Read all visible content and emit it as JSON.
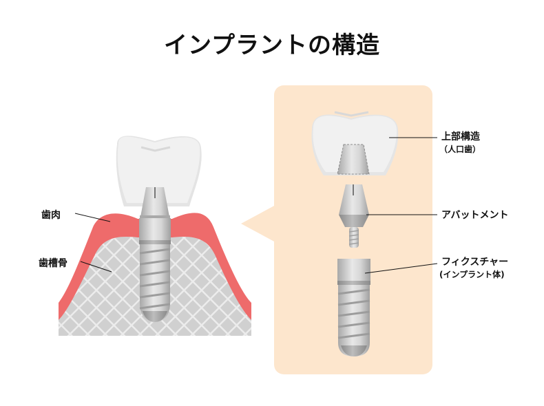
{
  "title": "インプラントの構造",
  "colors": {
    "gum": "#ee6b6b",
    "bone": "#d0d0d0",
    "bone_hatch": "#ececec",
    "tooth": "#f0f0f0",
    "tooth_shadow": "#e2e2e2",
    "panel": "#fde6cd",
    "metal_light": "#e6e6e6",
    "metal_dark": "#9a9a9a"
  },
  "left_labels": {
    "gum": "歯肉",
    "bone": "歯槽骨"
  },
  "right_labels": {
    "crown": {
      "main": "上部構造",
      "sub": "（人口歯）"
    },
    "abutment": {
      "main": "アバットメント"
    },
    "fixture": {
      "main": "フィクスチャー",
      "sub": "(インプラント体)"
    }
  }
}
